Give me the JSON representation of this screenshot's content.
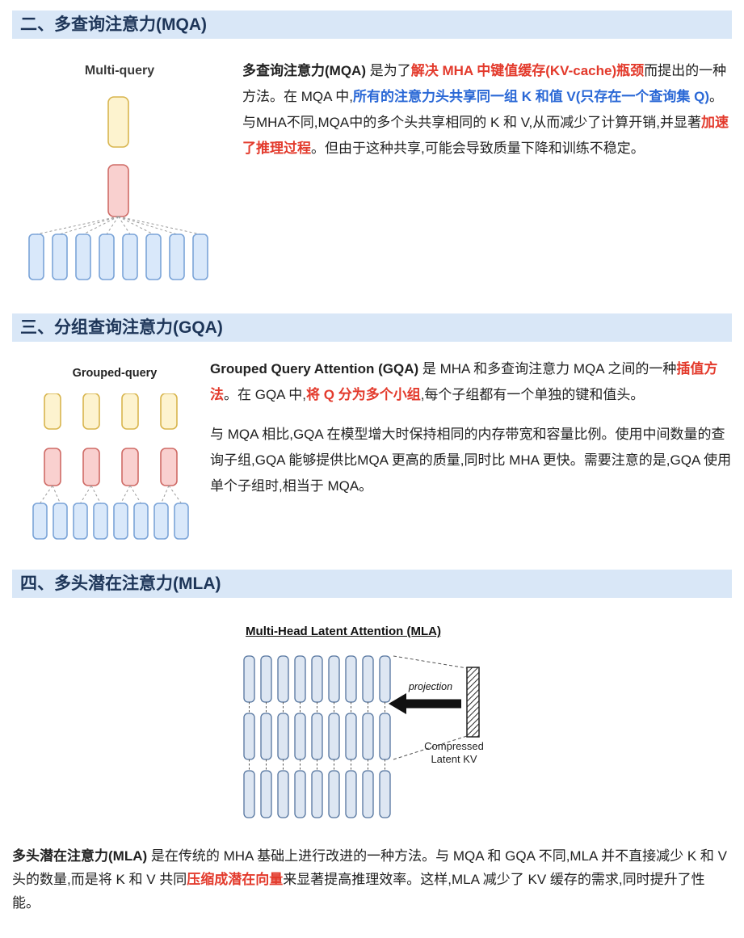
{
  "colors": {
    "header-bg": "#d9e7f7",
    "header-text": "#1d3558",
    "body-text": "#212121",
    "red-text": "#e33a2c",
    "blue-text": "#2a68d6",
    "box-yellow-fill": "#fdf3cf",
    "box-yellow-stroke": "#d8b54e",
    "box-red-fill": "#f9d0cf",
    "box-red-stroke": "#cf6b66",
    "box-blue-fill": "#d9e8fa",
    "box-blue-stroke": "#7ba4d8",
    "mla-box-fill": "#dde6f2",
    "mla-box-stroke": "#54749e",
    "connector-gray": "#9a9a9a"
  },
  "sections": {
    "mqa": {
      "header": "二、多查询注意力(MQA)",
      "diagram": {
        "label": "Multi-query",
        "values_count": 1,
        "keys_count": 1,
        "queries_count": 8
      },
      "paragraph": [
        {
          "t": "多查询注意力(MQA)",
          "s": "b"
        },
        {
          "t": " 是为了",
          "s": "n"
        },
        {
          "t": "解决 MHA 中键值缓存(KV-cache)瓶颈",
          "s": "rb"
        },
        {
          "t": "而提出的一种方法。在 MQA 中,",
          "s": "n"
        },
        {
          "t": "所有的注意力头共享同一组 K 和值 V(只存在一个查询集 Q)",
          "s": "bb"
        },
        {
          "t": "。与MHA不同,MQA中的多个头共享相同的 K 和 V,从而减少了计算开销,并显著",
          "s": "n"
        },
        {
          "t": "加速了推理过程",
          "s": "rb"
        },
        {
          "t": "。但由于这种共享,可能会导致质量下降和训练不稳定。",
          "s": "n"
        }
      ]
    },
    "gqa": {
      "header": "三、分组查询注意力(GQA)",
      "diagram": {
        "label": "Grouped-query",
        "values_count": 4,
        "keys_count": 4,
        "queries_count": 8
      },
      "paragraph1": [
        {
          "t": "Grouped Query Attention (GQA)",
          "s": "b"
        },
        {
          "t": " 是 MHA 和多查询注意力 MQA 之间的一种",
          "s": "n"
        },
        {
          "t": "插值方法",
          "s": "rb"
        },
        {
          "t": "。在 GQA 中,",
          "s": "n"
        },
        {
          "t": "将 Q 分为多个小组",
          "s": "rb"
        },
        {
          "t": ",每个子组都有一个单独的键和值头。",
          "s": "n"
        }
      ],
      "paragraph2": [
        {
          "t": "与 MQA 相比,GQA 在模型增大时保持相同的内存带宽和容量比例。使用中间数量的查询子组,GQA 能够提供比MQA 更高的质量,同时比 MHA 更快。需要注意的是,GQA 使用单个子组时,相当于 MQA。",
          "s": "n"
        }
      ]
    },
    "mla": {
      "header": "四、多头潜在注意力(MLA)",
      "diagram": {
        "title": "Multi-Head Latent Attention (MLA)",
        "rows": 3,
        "cols": 9,
        "projection_label": "projection",
        "compressed_line1": "Compressed",
        "compressed_line2": "Latent KV"
      },
      "paragraph": [
        {
          "t": "多头潜在注意力(MLA)",
          "s": "b"
        },
        {
          "t": " 是在传统的 MHA 基础上进行改进的一种方法。与 MQA 和 GQA 不同,MLA 并不直接减少 K 和 V 头的数量,而是将 K 和 V 共同",
          "s": "n"
        },
        {
          "t": "压缩成潜在向量",
          "s": "rb"
        },
        {
          "t": "来显著提高推理效率。这样,MLA 减少了 KV 缓存的需求,同时提升了性能。",
          "s": "n"
        }
      ]
    }
  }
}
